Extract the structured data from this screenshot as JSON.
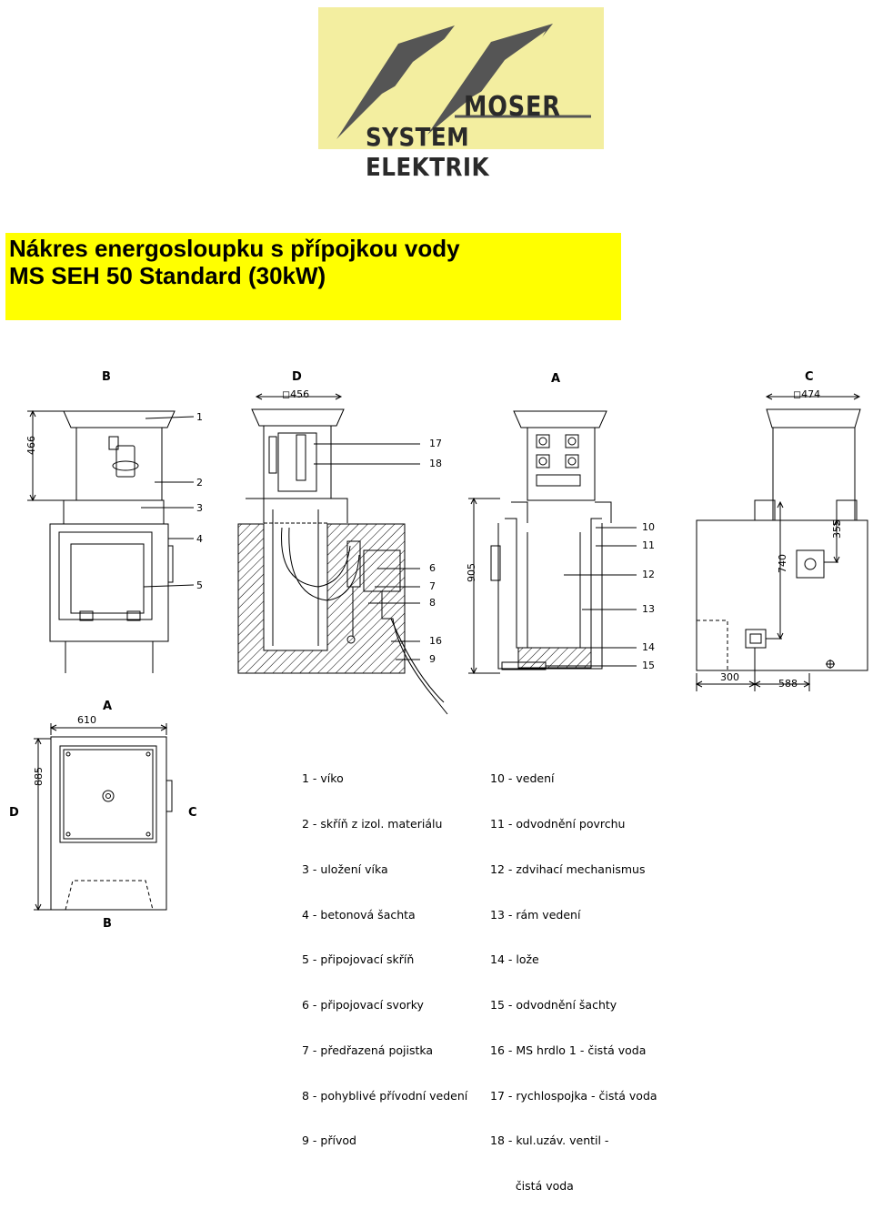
{
  "logo": {
    "line1": "MOSER",
    "line2": "SYSTEM ELEKTRIK",
    "colors": {
      "background": "#f3eea0",
      "mark": "#555555"
    }
  },
  "title": {
    "line1": "Nákres energosloupku s přípojkou vody",
    "line2": "MS SEH 50 Standard (30kW)",
    "highlight_color": "#ffff00"
  },
  "views": {
    "b_top": "B",
    "d_top": "D",
    "a_top": "A",
    "c_top": "C",
    "a_plan": "A",
    "b_plan": "B",
    "d_plan": "D",
    "c_plan": "C"
  },
  "dimensions": {
    "d_width": "◻456",
    "c_width": "◻474",
    "b_height": "466",
    "a_height": "905",
    "c_355": "355",
    "c_740": "740",
    "c_300": "300",
    "c_588": "588",
    "plan_width": "610",
    "plan_height": "885"
  },
  "callouts": [
    "1",
    "2",
    "3",
    "4",
    "5",
    "6",
    "7",
    "8",
    "9",
    "10",
    "11",
    "12",
    "13",
    "14",
    "15",
    "16",
    "17",
    "18"
  ],
  "legend": {
    "left": [
      "1 - víko",
      "2 - skříň z izol. materiálu",
      "3 - uložení víka",
      "4 - betonová šachta",
      "5 - připojovací skříň",
      "6 - připojovací svorky",
      "7 - předřazená pojistka",
      "8 - pohyblivé přívodní vedení",
      "9 - přívod"
    ],
    "right": [
      "10 - vedení",
      "11 - odvodnění povrchu",
      "12 - zdvihací mechanismus",
      "13 - rám vedení",
      "14 - lože",
      "15 - odvodnění šachty",
      "16 - MS hrdlo 1 - čistá voda",
      "17 - rychlospojka - čistá voda",
      "18 - kul.uzáv. ventil -",
      "       čistá voda"
    ]
  }
}
